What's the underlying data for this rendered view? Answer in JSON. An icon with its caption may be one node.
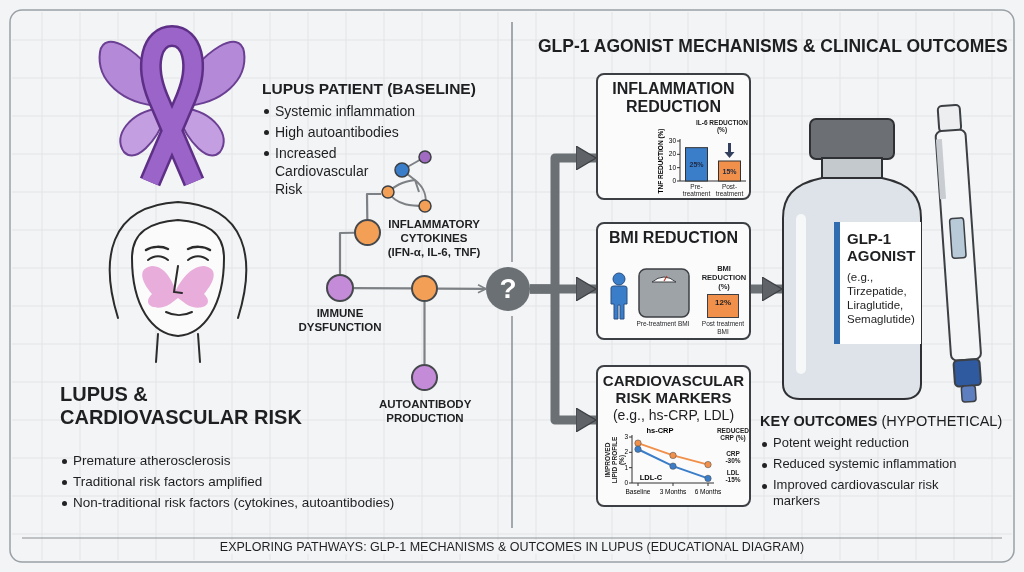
{
  "diagram": {
    "title": "GLP-1 AGONIST MECHANISMS & CLINICAL OUTCOMES",
    "caption": "EXPLORING PATHWAYS: GLP-1 MECHANISMS & OUTCOMES IN LUPUS (EDUCATIONAL DIAGRAM)",
    "nodes": [
      {
        "text": [],
        "shape": "circle",
        "beside": [
          "IMMUNE DYSFUNCTION"
        ]
      },
      {
        "text": [],
        "shape": "circle",
        "beside": [
          "INFLAMMATORY CYTOKINES (IFN-α, IL-6, TNF)"
        ]
      },
      {
        "text": [],
        "shape": "circle"
      },
      {
        "text": [],
        "shape": "circle",
        "beside": [
          "AUTOANTIBODY PRODUCTION"
        ]
      },
      {
        "text": [
          "?"
        ]
      },
      {
        "text": [
          "INFLAMMATION REDUCTION"
        ]
      },
      {
        "text": [
          "BMI REDUCTION"
        ]
      },
      {
        "text": [
          "CARDIOVASCULAR RISK MARKERS",
          "(e.g., hs-CRP, LDL)"
        ]
      },
      {
        "text": [
          "GLP-1 AGONIST",
          "(e.g., Tirzepatide, Liraglutide, Semaglutide)"
        ]
      },
      {
        "text": [],
        "shape": "picture"
      }
    ],
    "edges": [
      {
        "from": 0,
        "to": 1,
        "arrow": "none"
      },
      {
        "from": 0,
        "to": 2,
        "arrow": "none"
      },
      {
        "from": 2,
        "to": 4,
        "arrow": "to"
      },
      {
        "from": 2,
        "to": 3,
        "arrow": "none"
      },
      {
        "from": 1,
        "to": 9,
        "arrow": "none"
      },
      {
        "from": 4,
        "to": 5,
        "arrow": "to",
        "style": "thick"
      },
      {
        "from": 4,
        "to": 6,
        "arrow": "to",
        "style": "thick"
      },
      {
        "from": 4,
        "to": 7,
        "arrow": "to",
        "style": "thick"
      },
      {
        "from": 6,
        "to": 8,
        "arrow": "to",
        "style": "thick"
      }
    ],
    "labels": [
      "LUPUS PATIENT (BASELINE)",
      "Systemic inflammation",
      "High autoantibodies",
      "Increased Cardiovascular Risk",
      "BMI REDUCTION (%)",
      "12%",
      "Pre-treatment BMI",
      "Post treatment BMI",
      "LUPUS & CARDIOVASCULAR RISK",
      "Premature atherosclerosis",
      "Traditional risk factors amplified",
      "Non-traditional risk factors (cytokines, autoantibodies)",
      "**KEY OUTCOMES** (HYPOTHETICAL)",
      "Potent weight reduction",
      "Reduced systemic inflammation",
      "Improved cardiovascular risk markers"
    ],
    "chart_data": [
      {
        "type": "bar",
        "title": "IL-6 REDUCTION (%)",
        "ylabel": "TNF REDUCTION (%)",
        "categories": [
          "Pre-treatment",
          "Post-treatment"
        ],
        "series": [
          {
            "values": [
              25,
              15
            ]
          }
        ],
        "colors": [
          "#3a7dc9",
          "#f0904a"
        ],
        "ylim": [
          0,
          30
        ],
        "yticks": [
          0,
          10,
          20,
          30
        ],
        "value_labels": [
          "25%",
          "15%"
        ]
      },
      {
        "type": "line",
        "ylabel": "IMPROVED LIPID PROFILE (%)",
        "x": [
          "Baseline",
          "3 Months",
          "6 Months"
        ],
        "series": [
          {
            "name": "hs-CRP",
            "color": "#f0904a",
            "values": [
              2.6,
              1.8,
              1.2
            ],
            "marker": true
          },
          {
            "name": "LDL-C",
            "color": "#3a7dc9",
            "values": [
              2.2,
              1.1,
              0.3
            ],
            "marker": true
          }
        ],
        "ylim": [
          0,
          3
        ],
        "yticks": [
          0,
          1,
          2,
          3
        ],
        "annotations": [
          {
            "text": "REDUCED CRP (%)"
          },
          {
            "text": "CRP -30%"
          },
          {
            "text": "LDL -15%"
          }
        ]
      }
    ]
  }
}
